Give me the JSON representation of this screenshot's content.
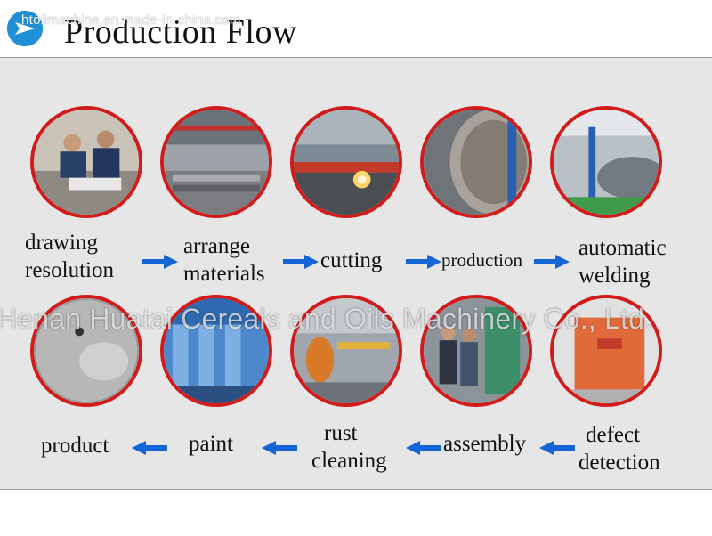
{
  "header": {
    "title": "Production Flow",
    "site_watermark": "htoilmachine.en.made-in-china.com"
  },
  "watermark": "Henan Huatai Cereals and Oils Machinery Co., Ltd.",
  "colors": {
    "ring": "#d21b1b",
    "arrow": "#1565d8",
    "logo": "#1f8fd6",
    "panel": "#e6e6e6"
  },
  "steps_row1": [
    {
      "line1": "drawing",
      "line2": "resolution",
      "photo": "engineers-at-desk"
    },
    {
      "line1": "arrange",
      "line2": "materials",
      "photo": "steel-plates-in-workshop"
    },
    {
      "line1": "cutting",
      "line2": "",
      "photo": "plasma-cutting-sparks"
    },
    {
      "line1": "production",
      "line2": "",
      "photo": "spiral-steel-shell"
    },
    {
      "line1": "automatic",
      "line2": "welding",
      "photo": "welding-manipulator"
    }
  ],
  "steps_row2": [
    {
      "line1": "product",
      "line2": "",
      "photo": "finished-tank-head"
    },
    {
      "line1": "paint",
      "line2": "",
      "photo": "paint-booth"
    },
    {
      "line1": "rust",
      "line2": "cleaning",
      "photo": "sandblasting-equipment"
    },
    {
      "line1": "assembly",
      "line2": "",
      "photo": "workers-assembling"
    },
    {
      "line1": "defect",
      "line2": "detection",
      "photo": "inspection-room-door"
    }
  ]
}
